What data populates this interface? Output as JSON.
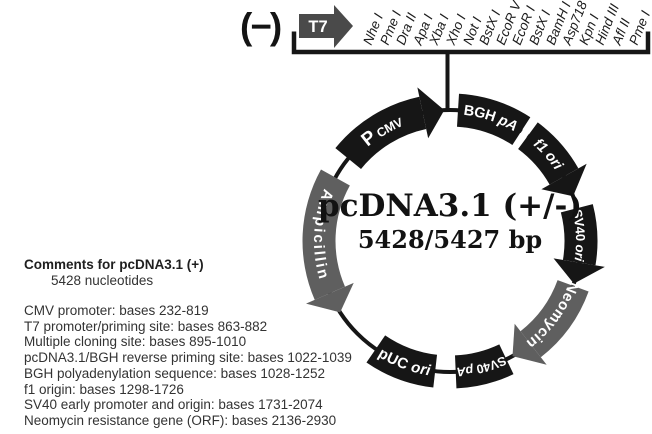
{
  "diagram": {
    "strand_label": "(−)",
    "t7_label": "T7",
    "restriction_sites": [
      "Nhe I",
      "Pme I",
      "Dra II",
      "Apa I",
      "Xba I",
      "Xho I",
      "Not I",
      "BstX I",
      "EcoR V",
      "EcoR I",
      "BstX I",
      "BamH I",
      "Asp718 I",
      "Kpn I",
      "Hind III",
      "Afl II",
      "Pme I"
    ],
    "plasmid_name": "pcDNA3.1 (+/-)",
    "plasmid_size": "5428/5427 bp",
    "colors": {
      "feature_black": "#161616",
      "feature_gray": "#5f5f5f",
      "t7_arrow_gray": "#4a4a4a",
      "line": "#161616"
    },
    "features": [
      {
        "id": "pcmv",
        "label": "P CMV",
        "color": "feature_black",
        "start_angle": 309,
        "end_angle": 348,
        "arrow": "cw",
        "text_dir": "cw",
        "parts": [
          {
            "t": "P",
            "size": 19
          },
          {
            "t": " CMV",
            "size": 12.5,
            "dy": 2.5
          }
        ]
      },
      {
        "id": "bgh-pa",
        "label": "BGH pA",
        "color": "feature_black",
        "start_angle": 3.5,
        "end_angle": 33,
        "arrow": null,
        "text_dir": "cw",
        "parts": [
          {
            "t": "BGH ",
            "size": 14.5
          },
          {
            "t": "pA",
            "size": 14.5,
            "italic": true
          }
        ]
      },
      {
        "id": "f1-ori",
        "label": "f1 ori",
        "color": "feature_black",
        "start_angle": 36.5,
        "end_angle": 60.5,
        "arrow": "cw",
        "text_dir": "cw",
        "parts": [
          {
            "t": "f1 ori",
            "size": 14.5,
            "italic": true
          }
        ]
      },
      {
        "id": "sv40-ori",
        "label": "SV40 ori",
        "color": "feature_black",
        "start_angle": 75.5,
        "end_angle": 99.5,
        "arrow": "cw",
        "text_dir": "cw",
        "parts": [
          {
            "t": "SV40 ",
            "size": 13
          },
          {
            "t": "ori",
            "size": 13,
            "italic": true
          }
        ]
      },
      {
        "id": "neomycin",
        "label": "Neomycin",
        "color": "feature_gray",
        "start_angle": 110,
        "end_angle": 142,
        "arrow": "cw",
        "text_dir": "cw",
        "parts": [
          {
            "t": "Neomycin",
            "size": 15,
            "ls": 1
          }
        ]
      },
      {
        "id": "sv40-pa",
        "label": "SV40 pA",
        "color": "feature_black",
        "start_angle": 154.5,
        "end_angle": 177.5,
        "arrow": null,
        "text_dir": "cw",
        "parts": [
          {
            "t": "SV40 ",
            "size": 12.5
          },
          {
            "t": "pA",
            "size": 12.5,
            "italic": true
          }
        ]
      },
      {
        "id": "puc-ori",
        "label": "pUC ori",
        "color": "feature_black",
        "start_angle": 186.5,
        "end_angle": 214.5,
        "arrow": null,
        "text_dir": "ccw",
        "parts": [
          {
            "t": "pUC ",
            "size": 15
          },
          {
            "t": "ori",
            "size": 15,
            "italic": true
          }
        ]
      },
      {
        "id": "ampicillin",
        "label": "Ampicillin",
        "color": "feature_gray",
        "start_angle": 246.5,
        "end_angle": 299,
        "arrow": "ccw",
        "text_dir": "ccw",
        "parts": [
          {
            "t": "Ampicillin",
            "size": 15,
            "ls": 2
          }
        ]
      }
    ]
  },
  "comments": {
    "title": "Comments for pcDNA3.1 (+)",
    "subtitle": "5428 nucleotides",
    "lines": [
      "CMV promoter: bases 232-819",
      "T7 promoter/priming site: bases 863-882",
      "Multiple cloning site: bases 895-1010",
      "pcDNA3.1/BGH reverse priming site: bases 1022-1039",
      "BGH polyadenylation sequence: bases 1028-1252",
      "f1 origin: bases 1298-1726",
      "SV40 early promoter and origin: bases 1731-2074",
      "Neomycin resistance gene (ORF): bases 2136-2930"
    ]
  }
}
